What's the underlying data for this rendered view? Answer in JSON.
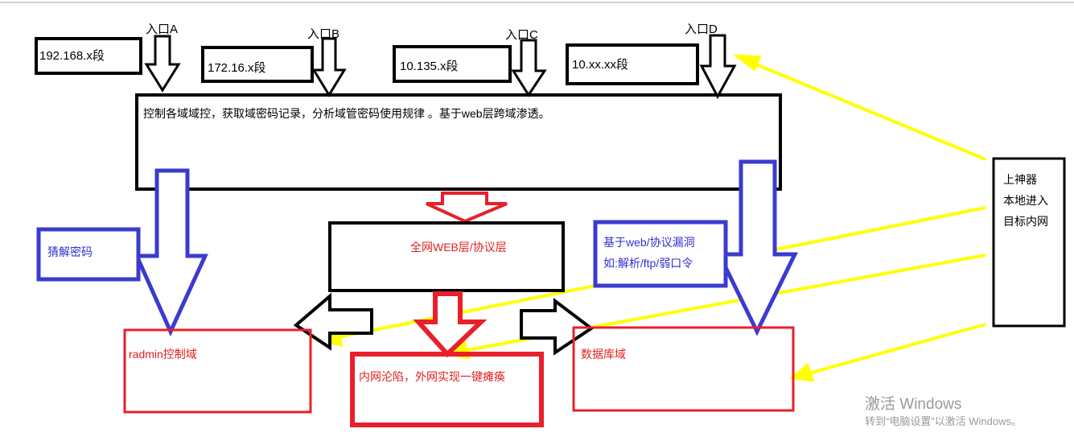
{
  "entries": [
    {
      "label": "入口A",
      "subnet": "192.168.x段"
    },
    {
      "label": "入口B",
      "subnet": "172.16.x段"
    },
    {
      "label": "入口C",
      "subnet": "10.135.x段"
    },
    {
      "label": "入口D",
      "subnet": "10.xx.xx段"
    }
  ],
  "main_box": "控制各域域控，获取域密码记录，分析域管密码使用规律 。基于web层跨域渗透。",
  "crack_box": "猜解密码",
  "web_layer_box": "全网WEB层/协议层",
  "vuln_box": {
    "line1": "基于web/协议漏洞",
    "line2": "如:解析/ftp/弱口令"
  },
  "radmin_box": "radmin控制域",
  "intranet_box": "内网沦陷，外网实现一键瘫痪",
  "database_box": "数据库域",
  "tool_box": {
    "line1": "上神器",
    "line2": "本地进入",
    "line3": "目标内网"
  },
  "watermark": {
    "line1": "激活 Windows",
    "line2": "转到“电脑设置”以激活 Windows。"
  },
  "colors": {
    "black": "#000000",
    "blue": "#3b3bcf",
    "red": "#e8202a",
    "yellow": "#ffff00"
  }
}
